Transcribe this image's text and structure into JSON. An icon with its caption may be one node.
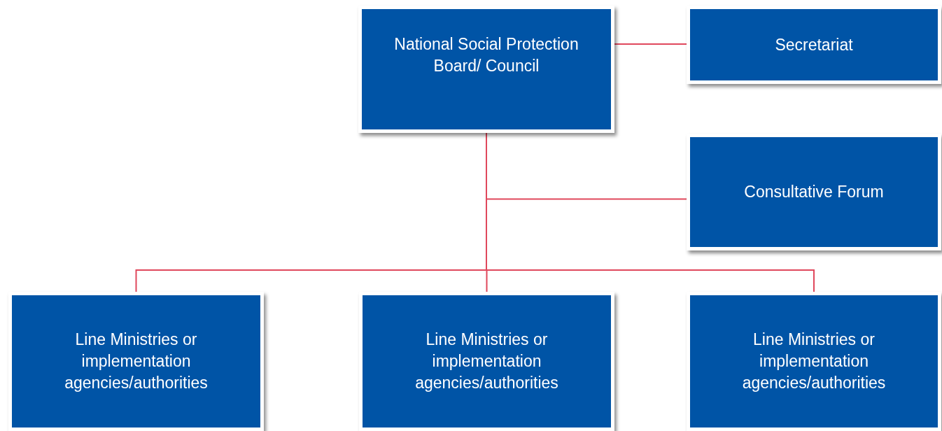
{
  "diagram": {
    "nodes": [
      {
        "text": [
          "National Social Protection Board/ Council"
        ]
      },
      {
        "text": [
          "Secretariat"
        ]
      },
      {
        "text": [
          "Consultative Forum"
        ]
      },
      {
        "text": [
          "Line Ministries or implementation agencies/authorities"
        ]
      },
      {
        "text": [
          "Line Ministries or implementation agencies/authorities"
        ]
      },
      {
        "text": [
          "Line Ministries or implementation agencies/authorities"
        ]
      }
    ],
    "edges": [
      {
        "from": 0,
        "to": 1,
        "arrow": "none"
      },
      {
        "from": 0,
        "to": 2,
        "arrow": "none"
      },
      {
        "from": 0,
        "to": 3,
        "arrow": "none"
      },
      {
        "from": 0,
        "to": 4,
        "arrow": "none"
      },
      {
        "from": 0,
        "to": 5,
        "arrow": "none"
      }
    ]
  }
}
